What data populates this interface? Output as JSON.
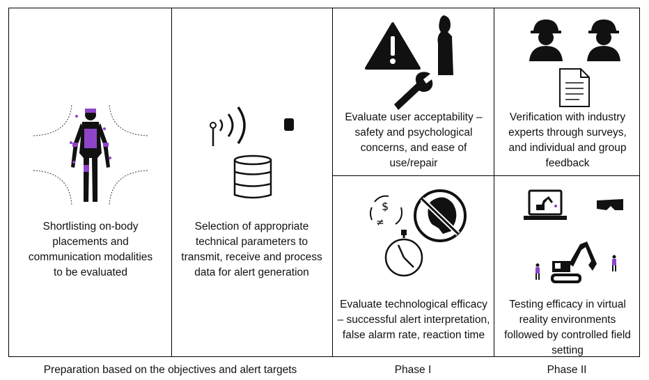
{
  "columns": [
    {
      "id": "prep",
      "text": "Shortlisting on-body placements and communication modalities to be evaluated"
    },
    {
      "id": "tech",
      "text": "Selection of appropriate technical parameters to transmit, receive and process data for alert generation"
    }
  ],
  "phase1": {
    "top_text": "Evaluate user acceptability – safety and psychological concerns, and ease of use/repair",
    "bottom_text": "Evaluate technological efficacy – successful alert interpretation, false alarm rate, reaction time"
  },
  "phase2": {
    "top_text": "Verification with industry experts through surveys, and individual and group feedback",
    "bottom_text": "Testing efficacy in virtual reality environments followed by controlled field setting"
  },
  "footer": {
    "prep_label": "Preparation based on the objectives and alert targets",
    "phase1_label": "Phase I",
    "phase2_label": "Phase II"
  },
  "colors": {
    "accent": "#8e44c9",
    "line": "#000000"
  },
  "icons": [
    "human-body-icon",
    "antenna-icon",
    "database-icon",
    "warning-icon",
    "person-silhouette-icon",
    "wrench-icon",
    "worker-hardhat-icon",
    "document-icon",
    "cycle-icon",
    "no-headset-icon",
    "stopwatch-icon",
    "laptop-excavator-icon",
    "vr-goggles-icon",
    "excavator-icon",
    "worker-figure-icon"
  ]
}
